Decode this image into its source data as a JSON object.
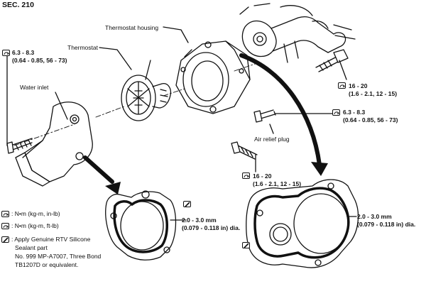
{
  "section": "SEC. 210",
  "labels": {
    "thermostat_housing": "Thermostat housing",
    "thermostat": "Thermostat",
    "water_inlet": "Water inlet",
    "air_relief_plug": "Air relief plug"
  },
  "torques": {
    "left_bolt": {
      "value": "6.3 - 8.3",
      "detail": "(0.64 - 0.85, 56 - 73)"
    },
    "right_top_bolt": {
      "value": "16 - 20",
      "detail": "(1.6 - 2.1, 12 - 15)"
    },
    "air_relief": {
      "value": "6.3 - 8.3",
      "detail": "(0.64 - 0.85, 56 - 73)"
    },
    "bottom_bolt": {
      "value": "16 - 20",
      "detail": "(1.6 - 2.1, 12 - 15)"
    }
  },
  "sealant_width": {
    "left": {
      "value": "2.0 - 3.0 mm",
      "detail": "(0.079 - 0.118 in) dia."
    },
    "right": {
      "value": "2.0 - 3.0 mm",
      "detail": "(0.079 - 0.118 in) dia."
    }
  },
  "legend": {
    "nm_kgm_inlb": ": N•m (kg-m, in-lb)",
    "nm_kgm_ftlb": ": N•m (kg-m, ft-lb)",
    "sealant_line1": ": Apply Genuine RTV Silicone",
    "sealant_line2": "Sealant part",
    "sealant_line3": "No. 999 MP-A7007, Three Bond",
    "sealant_line4": "TB1207D or equivalent."
  },
  "icons": [
    "torque-inlb-icon",
    "torque-ftlb-icon",
    "sealant-icon"
  ]
}
